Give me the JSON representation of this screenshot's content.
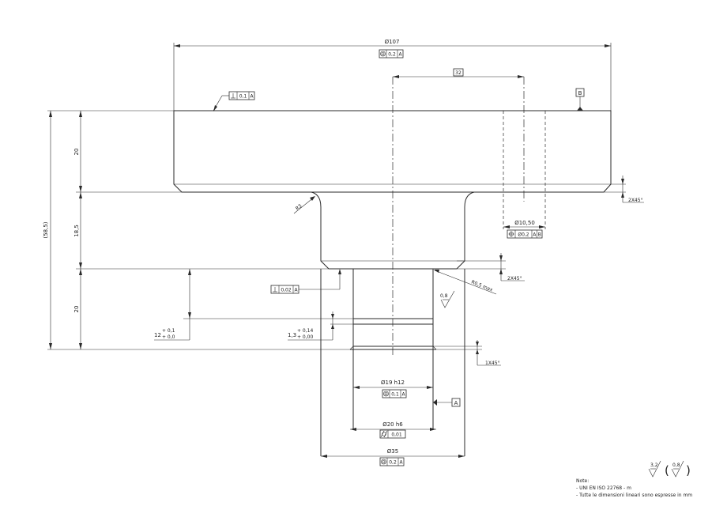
{
  "dims": {
    "d107": "Ø107",
    "l32": "32",
    "h20_top": "20",
    "h18_5": "18,5",
    "h20_bottom": "20",
    "h58_5": "(58,5)",
    "r3": "R3",
    "chamfer_top": "2X45°",
    "chamfer_mid": "2X45°",
    "chamfer_bottom": "1X45°",
    "r05": "R0,5 max",
    "d10_50": "Ø10,50",
    "d19": "Ø19 h12",
    "d20": "Ø20 h6",
    "d35": "Ø35",
    "dim12_base": "12",
    "dim12_up": "+ 0,1",
    "dim12_low": "+ 0,0",
    "dim13_base": "1,3",
    "dim13_up": "+ 0,14",
    "dim13_low": "+ 0,00"
  },
  "gdt": {
    "top_conc": {
      "tol": "0,2",
      "datum": "A"
    },
    "perp_top": {
      "tol": "0,1",
      "datum": "A"
    },
    "perp_mid": {
      "tol": "0,02",
      "datum": "A"
    },
    "pos_hole": {
      "tol": "Ø0,2",
      "datum1": "A",
      "datum2": "B"
    },
    "d19_conc": {
      "tol": "0,1",
      "datum": "A"
    },
    "d20_cyl": {
      "tol": "0,01"
    },
    "d35_conc": {
      "tol": "0,2",
      "datum": "A"
    }
  },
  "datums": {
    "a": "A",
    "b": "B"
  },
  "roughness": {
    "general": "3,2",
    "other": "0,8",
    "local": "0,8"
  },
  "notes": {
    "heading": "Note:",
    "line1": "- UNI EN ISO 22768 - m",
    "line2": "- Tutte le dimensioni lineari sono espresse in mm"
  }
}
